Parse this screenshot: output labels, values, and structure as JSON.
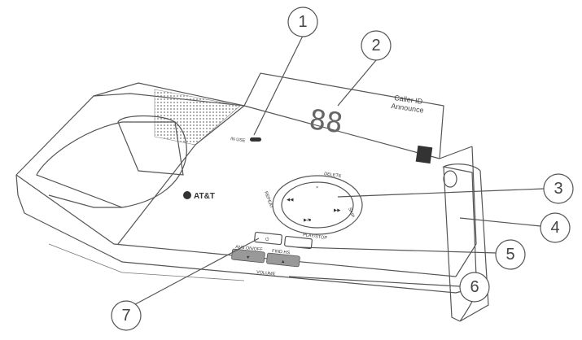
{
  "callouts": [
    "1",
    "2",
    "3",
    "4",
    "5",
    "6",
    "7"
  ],
  "labels": {
    "in_use": "IN USE",
    "caller_id_line1": "Caller ID",
    "caller_id_line2": "Announce",
    "display": "88",
    "brand": "AT&T",
    "delete": "DELETE",
    "repeat": "REPEAT",
    "skip": "SKIP",
    "play_stop": "PLAY/STOP",
    "ans_on_off": "ANS ON/OFF",
    "find_hs": "FIND HS",
    "volume": "VOLUME",
    "play_symbol": "▶/■",
    "delete_symbol": "×",
    "repeat_symbol": "◀◀",
    "skip_symbol": "▶▶",
    "power_symbol": "⏻",
    "vol_down_symbol": "▼",
    "vol_up_symbol": "▲"
  }
}
